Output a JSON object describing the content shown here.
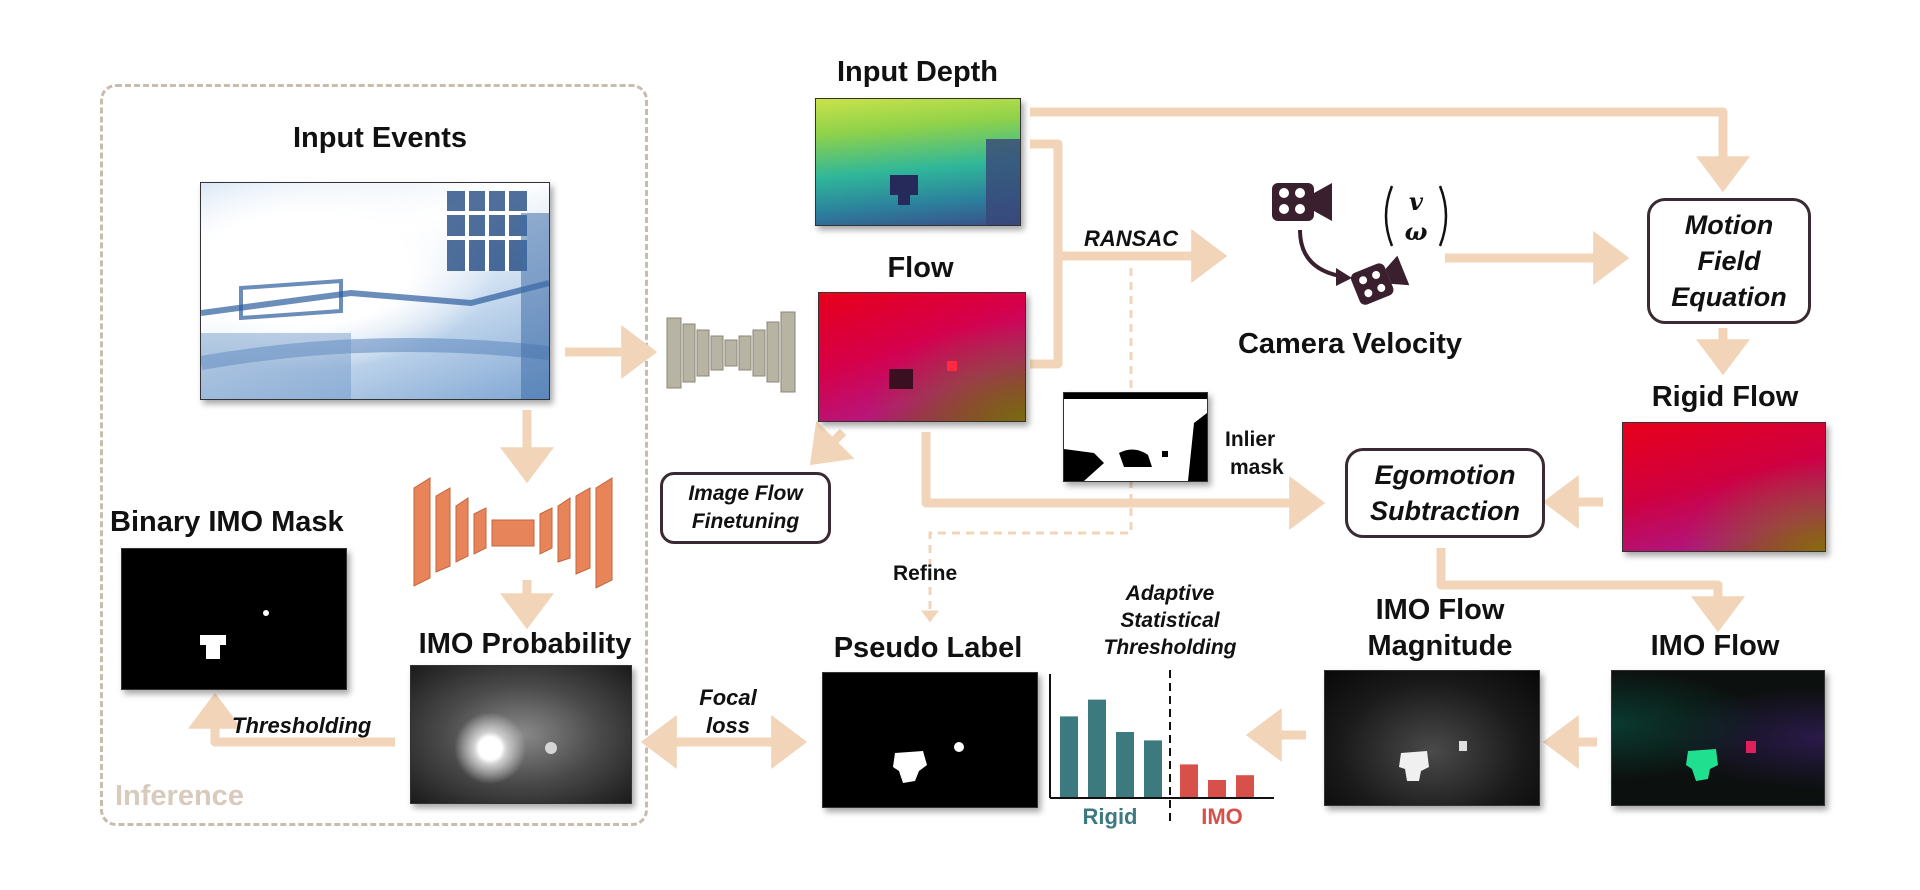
{
  "labels": {
    "input_events": "Input Events",
    "input_depth": "Input Depth",
    "flow": "Flow",
    "camera_velocity": "Camera Velocity",
    "rigid_flow": "Rigid Flow",
    "binary_imo_mask": "Binary IMO Mask",
    "imo_probability": "IMO Probability",
    "pseudo_label": "Pseudo Label",
    "imo_flow_magnitude_l1": "IMO Flow",
    "imo_flow_magnitude_l2": "Magnitude",
    "imo_flow": "IMO Flow",
    "inlier_mask_l1": "Inlier",
    "inlier_mask_l2": "mask",
    "inference": "Inference",
    "refine": "Refine"
  },
  "italic_labels": {
    "ransac": "RANSAC",
    "thresholding": "Thresholding",
    "focal_loss_l1": "Focal",
    "focal_loss_l2": "loss",
    "adaptive_l1": "Adaptive",
    "adaptive_l2": "Statistical",
    "adaptive_l3": "Thresholding"
  },
  "boxes": {
    "motion_field_l1": "Motion",
    "motion_field_l2": "Field",
    "motion_field_l3": "Equation",
    "egomotion_l1": "Egomotion",
    "egomotion_l2": "Subtraction",
    "image_flow_l1": "Image Flow",
    "image_flow_l2": "Finetuning"
  },
  "velocity_symbol": {
    "v": "v",
    "w": "ω"
  },
  "chart_data": {
    "type": "bar",
    "categories": [
      "Rigid",
      "IMO"
    ],
    "series": [
      {
        "name": "Rigid",
        "values": [
          0.68,
          0.82,
          0.55,
          0.48
        ]
      },
      {
        "name": "IMO",
        "values": [
          0.28,
          0.15,
          0.19
        ]
      }
    ],
    "xlabel": "",
    "ylabel": "",
    "colors": {
      "Rigid": "#3d7a80",
      "IMO": "#d8504a"
    }
  },
  "colors": {
    "arrow": "#f2d4b8",
    "box_border": "#3a2a33",
    "camera_icon": "#3a1f2e",
    "encoder_gray": "#b8b4a4",
    "encoder_orange": "#e8845a",
    "inference_text": "#d8cbbd"
  }
}
